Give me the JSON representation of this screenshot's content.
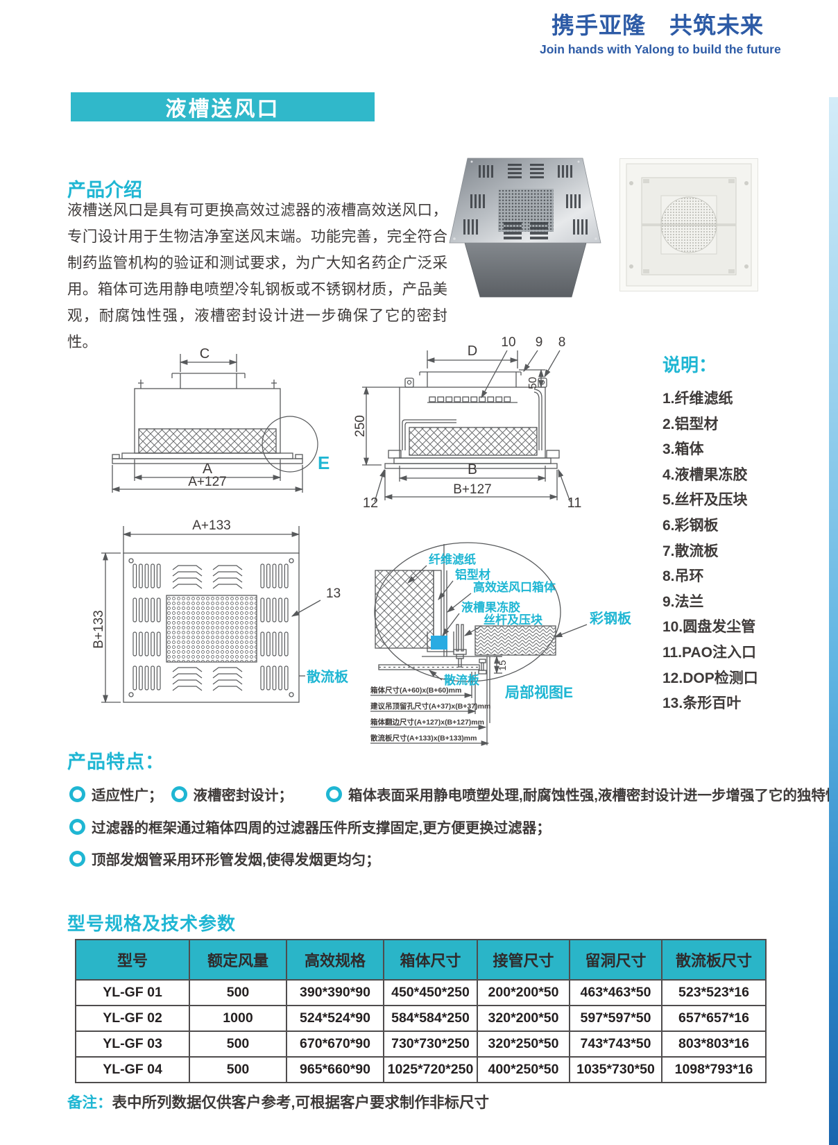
{
  "colors": {
    "accent": "#1fb6d3",
    "bar": "#30b8ca",
    "blue": "#2d5ba6",
    "ink": "#3e3a39",
    "jelly": "#29abe2",
    "table_header": "#2ab5c8"
  },
  "header": {
    "slogan_cn": "携手亚隆　共筑未来",
    "slogan_en": "Join hands with Yalong to build the future"
  },
  "title_bar": {
    "text": "液槽送风口"
  },
  "intro": {
    "heading": "产品介绍",
    "body": "液槽送风口是具有可更换高效过滤器的液槽高效送风口，专门设计用于生物洁净室送风末端。功能完善，完全符合制药监管机构的验证和测试要求，为广大知名药企广泛采用。箱体可选用静电喷塑冷轧钢板或不锈钢材质，产品美观，耐腐蚀性强，液槽密封设计进一步确保了它的密封性。"
  },
  "legend": {
    "heading": "说明：",
    "items": [
      "1.纤维滤纸",
      "2.铝型材",
      "3.箱体",
      "4.液槽果冻胶",
      "5.丝杆及压块",
      "6.彩钢板",
      "7.散流板",
      "8.吊环",
      "9.法兰",
      "10.圆盘发尘管",
      "11.PAO注入口",
      "12.DOP检测口",
      "13.条形百叶"
    ]
  },
  "front_view": {
    "dim_c": "C",
    "dim_a": "A",
    "dim_a_ext": "A+127",
    "detail_mark": "E"
  },
  "side_view": {
    "dim_d": "D",
    "dim_h": "250",
    "dim_collar": "50",
    "dim_b": "B",
    "dim_b_ext": "B+127",
    "callout_8": "8",
    "callout_9": "9",
    "callout_10": "10",
    "callout_11": "11",
    "callout_12": "12"
  },
  "plan_view": {
    "dim_w": "A+133",
    "dim_h": "B+133",
    "callout_13": "13",
    "label": "散流板"
  },
  "detail_view": {
    "fiber": "纤维滤纸",
    "aluminum": "铝型材",
    "box": "高效送风口箱体",
    "jelly": "液槽果冻胶",
    "screw": "丝杆及压块",
    "steel": "彩钢板",
    "diffuser": "散流板",
    "dim_15": "15",
    "caption": "局部视图E",
    "notes": [
      "箱体尺寸(A+60)x(B+60)mm",
      "建议吊顶留孔尺寸(A+37)x(B+37)mm",
      "箱体翻边尺寸(A+127)x(B+127)mm",
      "散流板尺寸(A+133)x(B+133)mm"
    ]
  },
  "features": {
    "heading": "产品特点：",
    "items": [
      "适应性广；",
      "液槽密封设计；",
      "箱体表面采用静电喷塑处理,耐腐蚀性强,液槽密封设计进一步增强了它的独特性；",
      "过滤器的框架通过箱体四周的过滤器压件所支撑固定,更方便更换过滤器；",
      "顶部发烟管采用环形管发烟,使得发烟更均匀；"
    ]
  },
  "spec_table": {
    "heading": "型号规格及技术参数",
    "columns": [
      "型号",
      "额定风量",
      "高效规格",
      "箱体尺寸",
      "接管尺寸",
      "留洞尺寸",
      "散流板尺寸"
    ],
    "rows": [
      [
        "YL-GF 01",
        "500",
        "390*390*90",
        "450*450*250",
        "200*200*50",
        "463*463*50",
        "523*523*16"
      ],
      [
        "YL-GF 02",
        "1000",
        "524*524*90",
        "584*584*250",
        "320*200*50",
        "597*597*50",
        "657*657*16"
      ],
      [
        "YL-GF 03",
        "500",
        "670*670*90",
        "730*730*250",
        "320*250*50",
        "743*743*50",
        "803*803*16"
      ],
      [
        "YL-GF 04",
        "500",
        "965*660*90",
        "1025*720*250",
        "400*250*50",
        "1035*730*50",
        "1098*793*16"
      ]
    ]
  },
  "remark": {
    "label": "备注：",
    "text": "表中所列数据仅供客户参考,可根据客户要求制作非标尺寸"
  }
}
